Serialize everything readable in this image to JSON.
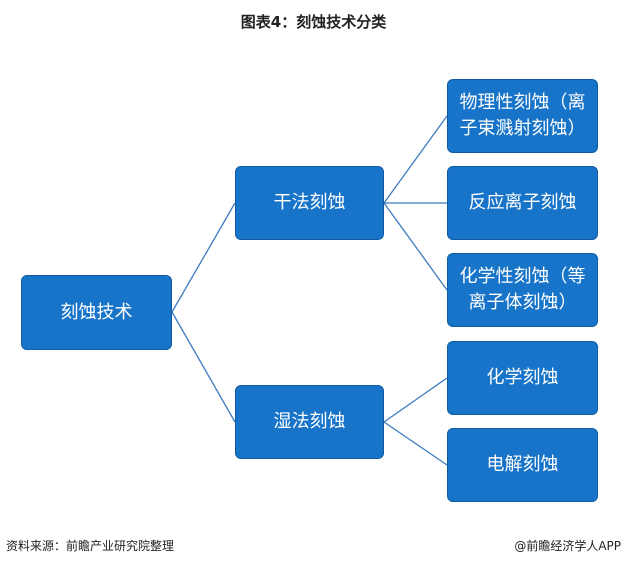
{
  "title": "图表4：刻蚀技术分类",
  "colors": {
    "node_fill": "#1874c8",
    "node_border": "#0f5aa3",
    "line": "#3d7cc0"
  },
  "tree": {
    "root": "刻蚀技术",
    "dry": {
      "label": "干法刻蚀",
      "children": [
        {
          "line1": "物理性刻蚀（离",
          "line2": "子束溅射刻蚀）"
        },
        {
          "line1": "反应离子刻蚀"
        },
        {
          "line1": "化学性刻蚀（等",
          "line2": "离子体刻蚀）"
        }
      ]
    },
    "wet": {
      "label": "湿法刻蚀",
      "children": [
        {
          "line1": "化学刻蚀"
        },
        {
          "line1": "电解刻蚀"
        }
      ]
    }
  },
  "footer": {
    "source": "资料来源：前瞻产业研究院整理",
    "brand": "@前瞻经济学人APP"
  }
}
